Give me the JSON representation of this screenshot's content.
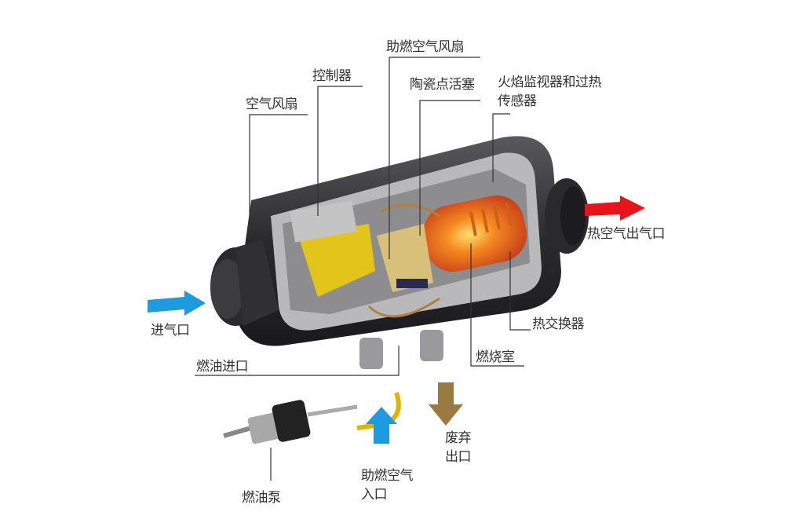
{
  "title": "驻车加热器结构示意图",
  "labels": {
    "combustion_fan": "助燃空气风扇",
    "controller": "控制器",
    "air_fan": "空气风扇",
    "glow_plug": "陶瓷点活塞",
    "flame_sensor_line1": "火焰监视器和过热",
    "flame_sensor_line2": "传感器",
    "hot_air_outlet": "热空气出气口",
    "air_inlet": "进气口",
    "heat_exchanger": "热交换器",
    "combustion_chamber": "燃烧室",
    "fuel_inlet": "燃油进口",
    "exhaust_line1": "废弃",
    "exhaust_line2": "出口",
    "combustion_air_inlet_line1": "助燃空气",
    "combustion_air_inlet_line2": "入口",
    "fuel_pump": "燃油泵"
  },
  "colors": {
    "cold_arrow": "#1e9be0",
    "hot_arrow": "#e8141b",
    "exhaust_arrow": "#9a7a40",
    "body": "#2e2e30",
    "flame": "#f07a1a"
  }
}
